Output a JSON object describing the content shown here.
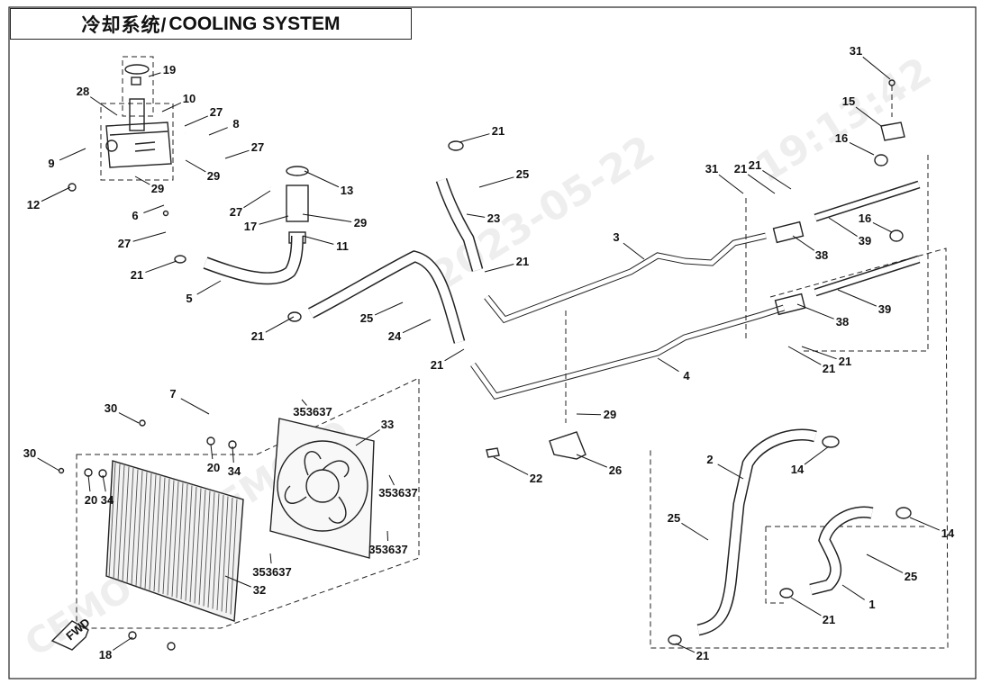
{
  "title": {
    "cn": "冷却系统/",
    "en": " COOLING SYSTEM"
  },
  "watermark": {
    "date": "2023-05-22",
    "time": "19:13:42",
    "brand": "CFMOTO"
  },
  "fwd_label": "FWD",
  "callouts": [
    {
      "id": "c19",
      "text": "19"
    },
    {
      "id": "c28",
      "text": "28"
    },
    {
      "id": "c10",
      "text": "10"
    },
    {
      "id": "c27a",
      "text": "27"
    },
    {
      "id": "c8",
      "text": "8"
    },
    {
      "id": "c27b",
      "text": "27"
    },
    {
      "id": "c9",
      "text": "9"
    },
    {
      "id": "c29a",
      "text": "29"
    },
    {
      "id": "c12",
      "text": "12"
    },
    {
      "id": "c29b",
      "text": "29"
    },
    {
      "id": "c13",
      "text": "13"
    },
    {
      "id": "c6",
      "text": "6"
    },
    {
      "id": "c27c",
      "text": "27"
    },
    {
      "id": "c17",
      "text": "17"
    },
    {
      "id": "c29c",
      "text": "29"
    },
    {
      "id": "c27d",
      "text": "27"
    },
    {
      "id": "c11",
      "text": "11"
    },
    {
      "id": "c21a",
      "text": "21"
    },
    {
      "id": "c5",
      "text": "5"
    },
    {
      "id": "c21b",
      "text": "21"
    },
    {
      "id": "c25a",
      "text": "25"
    },
    {
      "id": "c23",
      "text": "23"
    },
    {
      "id": "c21c",
      "text": "21"
    },
    {
      "id": "c21d",
      "text": "21"
    },
    {
      "id": "c25b",
      "text": "25"
    },
    {
      "id": "c24",
      "text": "24"
    },
    {
      "id": "c21e",
      "text": "21"
    },
    {
      "id": "c3",
      "text": "3"
    },
    {
      "id": "c4",
      "text": "4"
    },
    {
      "id": "c31a",
      "text": "31"
    },
    {
      "id": "c15",
      "text": "15"
    },
    {
      "id": "c16a",
      "text": "16"
    },
    {
      "id": "c31b",
      "text": "31"
    },
    {
      "id": "c21f",
      "text": "21"
    },
    {
      "id": "c21g",
      "text": "21"
    },
    {
      "id": "c16b",
      "text": "16"
    },
    {
      "id": "c39a",
      "text": "39"
    },
    {
      "id": "c38a",
      "text": "38"
    },
    {
      "id": "c39b",
      "text": "39"
    },
    {
      "id": "c38b",
      "text": "38"
    },
    {
      "id": "c21h",
      "text": "21"
    },
    {
      "id": "c21i",
      "text": "21"
    },
    {
      "id": "c7",
      "text": "7"
    },
    {
      "id": "c30a",
      "text": "30"
    },
    {
      "id": "c30b",
      "text": "30"
    },
    {
      "id": "c20a",
      "text": "20"
    },
    {
      "id": "c34a",
      "text": "34"
    },
    {
      "id": "c20b",
      "text": "20"
    },
    {
      "id": "c34b",
      "text": "34"
    },
    {
      "id": "c353637a",
      "text": "353637"
    },
    {
      "id": "c33",
      "text": "33"
    },
    {
      "id": "c353637b",
      "text": "353637"
    },
    {
      "id": "c3536_37",
      "text": "353637"
    },
    {
      "id": "c353637d",
      "text": "353637"
    },
    {
      "id": "c32",
      "text": "32"
    },
    {
      "id": "c18",
      "text": "18"
    },
    {
      "id": "c22",
      "text": "22"
    },
    {
      "id": "c29d",
      "text": "29"
    },
    {
      "id": "c26",
      "text": "26"
    },
    {
      "id": "c2",
      "text": "2"
    },
    {
      "id": "c14a",
      "text": "14"
    },
    {
      "id": "c25c",
      "text": "25"
    },
    {
      "id": "c14b",
      "text": "14"
    },
    {
      "id": "c25d",
      "text": "25"
    },
    {
      "id": "c1",
      "text": "1"
    },
    {
      "id": "c21j",
      "text": "21"
    },
    {
      "id": "c21k",
      "text": "21"
    }
  ]
}
